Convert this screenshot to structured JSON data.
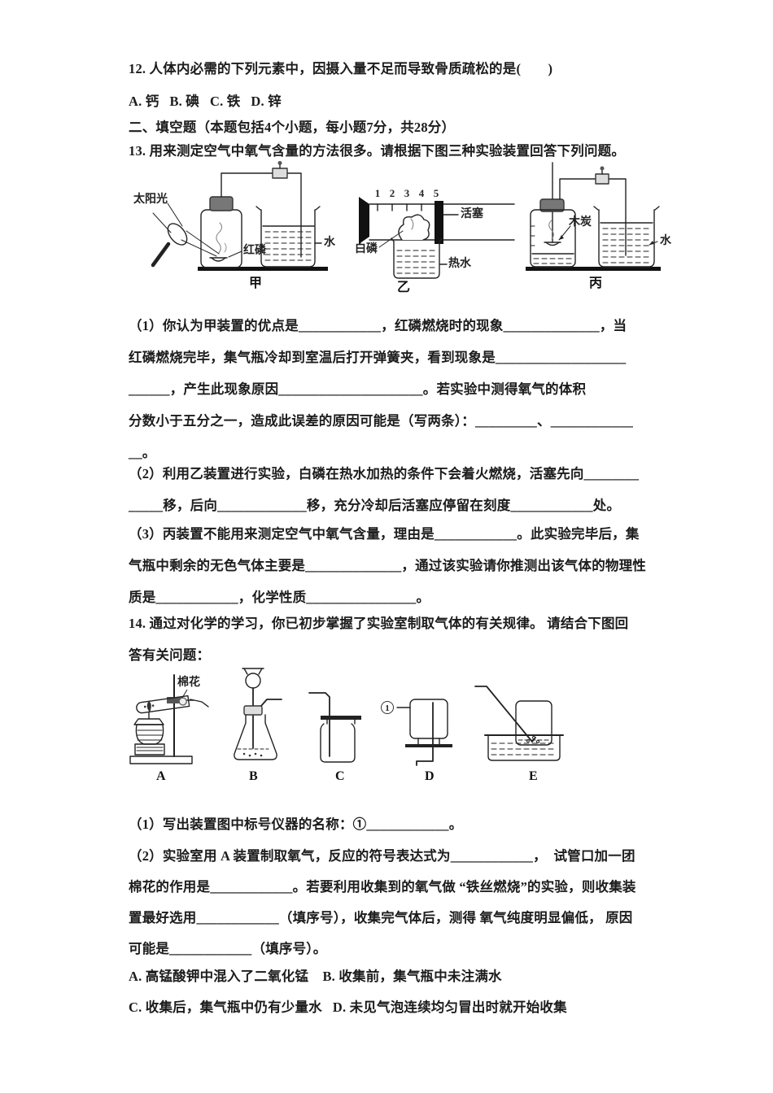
{
  "q12": {
    "stem": "12. 人体内必需的下列元素中，因摄入量不足而导致骨质疏松的是(　　)",
    "options": "A. 钙   B. 碘   C. 铁   D. 锌"
  },
  "section2": {
    "title": "二、填空题（本题包括4个小题，每小题7分，共28分）"
  },
  "q13": {
    "intro": "13. 用来测定空气中氧气含量的方法很多。请根据下图三种实验装置回答下列问题。",
    "figure": {
      "jia": {
        "caption": "甲",
        "sunlight": "太阳光",
        "red_phosphorus": "红磷",
        "water": "水"
      },
      "yi": {
        "caption": "乙",
        "scale": [
          "1",
          "2",
          "3",
          "4",
          "5"
        ],
        "piston": "活塞",
        "white_phosphorus": "白磷",
        "hot_water": "热水"
      },
      "bing": {
        "caption": "丙",
        "charcoal": "木炭",
        "water": "水"
      }
    },
    "part1_lines": [
      "（1）你认为甲装置的优点是____________，红磷燃烧时的现象______________，当",
      "红磷燃烧完毕，集气瓶冷却到室温后打开弹簧夹，看到现象是___________________",
      "______，产生此现象原因_____________________。若实验中测得氧气的体积",
      "分数小于五分之一，造成此误差的原因可能是（写两条）：_________、____________",
      "__。"
    ],
    "part2_lines": [
      "（2）利用乙装置进行实验，白磷在热水加热的条件下会着火燃烧，活塞先向________",
      "_____移，后向_____________移，充分冷却后活塞应停留在刻度____________处。"
    ],
    "part3_lines": [
      "（3）丙装置不能用来测定空气中氧气含量，理由是____________。此实验完毕后，集",
      "气瓶中剩余的无色气体主要是______________，通过该实验请你推测出该气体的物理性",
      "质是____________，化学性质________________。"
    ]
  },
  "q14": {
    "intro_lines": [
      "14. 通过对化学的学习，你已初步掌握了实验室制取气体的有关规律。 请结合下图回",
      "答有关问题："
    ],
    "figure": {
      "cotton": "棉花",
      "callout_number": "1",
      "labels": [
        "A",
        "B",
        "C",
        "D",
        "E"
      ]
    },
    "part1": "（1）写出装置图中标号仪器的名称：①____________。",
    "part2_lines": [
      "（2）实验室用 A 装置制取氧气，反应的符号表达式为____________，  试管口加一团",
      "棉花的作用是____________。若要利用收集到的氧气做 “铁丝燃烧”的实验，则收集装",
      "置最好选用____________（填序号），收集完气体后，测得 氧气纯度明显偏低， 原因",
      "可能是____________（填序号）。"
    ],
    "options_ab": "A. 高锰酸钾中混入了二氧化锰    B. 收集前，集气瓶中未注满水",
    "options_cd": "C. 收集后，集气瓶中仍有少量水   D. 未见气泡连续均匀冒出时就开始收集"
  }
}
